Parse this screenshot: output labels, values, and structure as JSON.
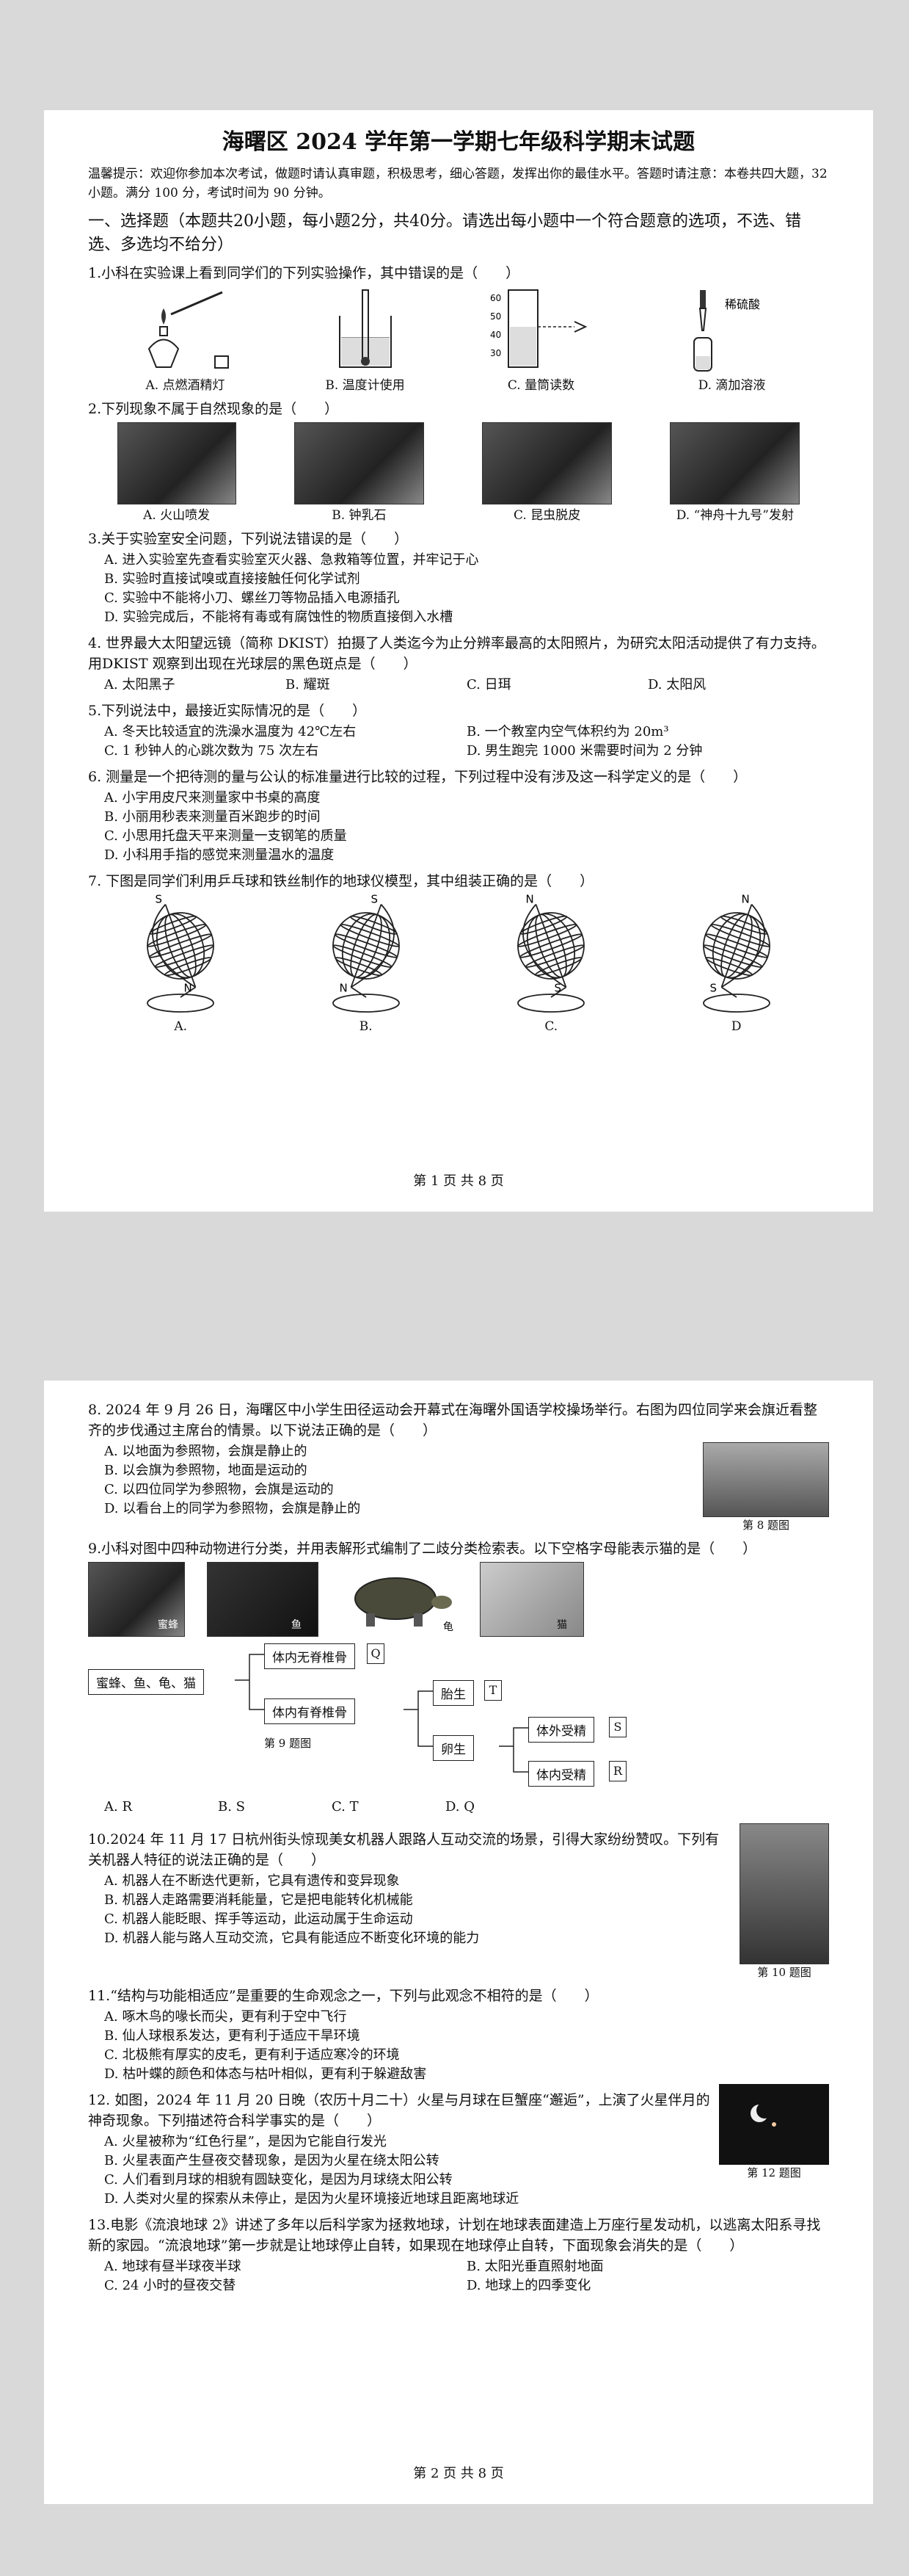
{
  "page1": {
    "title": "海曙区 2024 学年第一学期七年级科学期末试题",
    "note": "温馨提示：欢迎你参加本次考试，做题时请认真审题，积极思考，细心答题，发挥出你的最佳水平。答题时请注意：本卷共四大题，32 小题。满分 100 分，考试时间为 90 分钟。",
    "section1": "一、选择题（本题共20小题，每小题2分，共40分。请选出每小题中一个符合题意的选项，不选、错选、多选均不给分）",
    "q1": {
      "stem": "1.小科在实验课上看到同学们的下列实验操作，其中错误的是（　　）",
      "options": [
        "A. 点燃酒精灯",
        "B. 温度计使用",
        "C. 量筒读数",
        "D. 滴加溶液"
      ],
      "acid_label": "稀硫酸",
      "scale": [
        "60",
        "50",
        "40",
        "30"
      ]
    },
    "q2": {
      "stem": "2.下列现象不属于自然现象的是（　　）",
      "options": [
        "A. 火山喷发",
        "B. 钟乳石",
        "C. 昆虫脱皮",
        "D. “神舟十九号”发射"
      ]
    },
    "q3": {
      "stem": "3.关于实验室安全问题，下列说法错误的是（　　）",
      "options": [
        "A. 进入实验室先查看实验室灭火器、急救箱等位置，并牢记于心",
        "B. 实验时直接试嗅或直接接触任何化学试剂",
        "C. 实验中不能将小刀、螺丝刀等物品插入电源插孔",
        "D. 实验完成后，不能将有毒或有腐蚀性的物质直接倒入水槽"
      ]
    },
    "q4": {
      "stem": "4. 世界最大太阳望远镜（简称 DKIST）拍摄了人类迄今为止分辨率最高的太阳照片，为研究太阳活动提供了有力支持。用DKIST 观察到出现在光球层的黑色斑点是（　　）",
      "options": [
        "A. 太阳黑子",
        "B. 耀斑",
        "C. 日珥",
        "D. 太阳风"
      ]
    },
    "q5": {
      "stem": "5.下列说法中，最接近实际情况的是（　　）",
      "options": [
        "A. 冬天比较适宜的洗澡水温度为 42℃左右",
        "B. 一个教室内空气体积约为 20m³",
        "C. 1 秒钟人的心跳次数为 75 次左右",
        "D. 男生跑完 1000 米需要时间为 2 分钟"
      ]
    },
    "q6": {
      "stem": "6. 测量是一个把待测的量与公认的标准量进行比较的过程，下列过程中没有涉及这一科学定义的是（　　）",
      "options": [
        "A. 小宇用皮尺来测量家中书桌的高度",
        "B. 小丽用秒表来测量百米跑步的时间",
        "C. 小思用托盘天平来测量一支钢笔的质量",
        "D. 小科用手指的感觉来测量温水的温度"
      ]
    },
    "q7": {
      "stem": "7. 下图是同学们利用乒乓球和铁丝制作的地球仪模型，其中组装正确的是（　　）",
      "options": [
        "A.",
        "B.",
        "C.",
        "D"
      ],
      "pole_n": "N",
      "pole_s": "S"
    },
    "footer": "第 1 页 共 8 页"
  },
  "page2": {
    "q8": {
      "stem": "8. 2024 年 9 月 26 日，海曙区中小学生田径运动会开幕式在海曙外国语学校操场举行。右图为四位同学来会旗近看整齐的步伐通过主席台的情景。以下说法正确的是（　　）",
      "options": [
        "A. 以地面为参照物，会旗是静止的",
        "B. 以会旗为参照物，地面是运动的",
        "C. 以四位同学为参照物，会旗是运动的",
        "D. 以看台上的同学为参照物，会旗是静止的"
      ],
      "caption": "第 8 题图"
    },
    "q9": {
      "stem": "9.小科对图中四种动物进行分类，并用表解形式编制了二歧分类检索表。以下空格字母能表示猫的是（　　）",
      "animals": [
        "蜜蜂",
        "鱼",
        "龟",
        "猫"
      ],
      "root": "蜜蜂、鱼、龟、猫",
      "n1": "体内无脊椎骨",
      "n2": "体内有脊椎骨",
      "n3": "胎生",
      "n4": "卵生",
      "n5": "体外受精",
      "n6": "体内受精",
      "letters": [
        "Q",
        "T",
        "S",
        "R"
      ],
      "caption": "第 9 题图",
      "options": [
        "A. R",
        "B. S",
        "C. T",
        "D. Q"
      ]
    },
    "q10": {
      "stem": "10.2024 年 11 月 17 日杭州街头惊现美女机器人跟路人互动交流的场景，引得大家纷纷赞叹。下列有关机器人特征的说法正确的是（　　）",
      "options": [
        "A. 机器人在不断迭代更新，它具有遗传和变异现象",
        "B. 机器人走路需要消耗能量，它是把电能转化机械能",
        "C. 机器人能眨眼、挥手等运动，此运动属于生命运动",
        "D. 机器人能与路人互动交流，它具有能适应不断变化环境的能力"
      ],
      "caption": "第 10 题图"
    },
    "q11": {
      "stem": "11.“结构与功能相适应”是重要的生命观念之一，下列与此观念不相符的是（　　）",
      "options": [
        "A. 啄木鸟的喙长而尖，更有利于空中飞行",
        "B. 仙人球根系发达，更有利于适应干旱环境",
        "C. 北极熊有厚实的皮毛，更有利于适应寒冷的环境",
        "D. 枯叶蝶的颜色和体态与枯叶相似，更有利于躲避敌害"
      ]
    },
    "q12": {
      "stem": "12. 如图，2024 年 11 月 20 日晚（农历十月二十）火星与月球在巨蟹座“邂逅”，上演了火星伴月的神奇现象。下列描述符合科学事实的是（　　）",
      "options": [
        "A. 火星被称为“红色行星”，是因为它能自行发光",
        "B. 火星表面产生昼夜交替现象，是因为火星在绕太阳公转",
        "C. 人们看到月球的相貌有圆缺变化，是因为月球绕太阳公转",
        "D. 人类对火星的探索从未停止，是因为火星环境接近地球且距离地球近"
      ],
      "caption": "第 12 题图"
    },
    "q13": {
      "stem": "13.电影《流浪地球 2》讲述了多年以后科学家为拯救地球，计划在地球表面建造上万座行星发动机，以逃离太阳系寻找新的家园。“流浪地球”第一步就是让地球停止自转，如果现在地球停止自转，下面现象会消失的是（　　）",
      "options": [
        "A. 地球有昼半球夜半球",
        "B. 太阳光垂直照射地面",
        "C. 24 小时的昼夜交替",
        "D. 地球上的四季变化"
      ]
    },
    "footer": "第 2 页 共 8 页"
  }
}
